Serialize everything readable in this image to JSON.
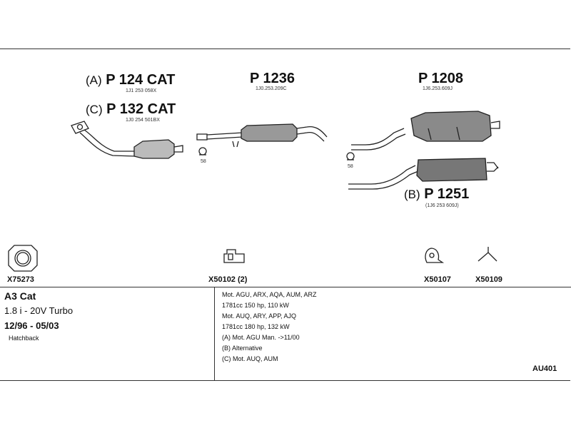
{
  "parts": {
    "a": {
      "prefix": "(A)",
      "name": "P 124 CAT",
      "code": "1J1 253 058X"
    },
    "c": {
      "prefix": "(C)",
      "name": "P 132 CAT",
      "code": "1J0 254 501BX"
    },
    "mid": {
      "name": "P 1236",
      "code": "1J0.253.209C"
    },
    "rear": {
      "name": "P 1208",
      "code": "1J6.253.609J"
    },
    "b": {
      "prefix": "(B)",
      "name": "P 1251",
      "code": "(1J6 253 609J)"
    }
  },
  "clamp_numbers": {
    "left": "58",
    "right": "58"
  },
  "accessories": {
    "gasket": "X75273",
    "mount1": "X50102 (2)",
    "mount2": "X50107",
    "mount3": "X50109"
  },
  "vehicle": {
    "model": "A3 Cat",
    "engine": "1.8 i - 20V Turbo",
    "dates": "12/96 - 05/03",
    "body": "Hatchback"
  },
  "notes": [
    "Mot. AGU, ARX, AQA, AUM, ARZ",
    "1781cc 150 hp, 110 kW",
    "Mot. AUQ, ARY, APP, AJQ",
    "1781cc 180 hp, 132 kW",
    "(A) Mot. AGU Man. ->11/00",
    "(B) Alternative",
    "(C) Mot. AUQ, AUM"
  ],
  "reference": "AU401"
}
